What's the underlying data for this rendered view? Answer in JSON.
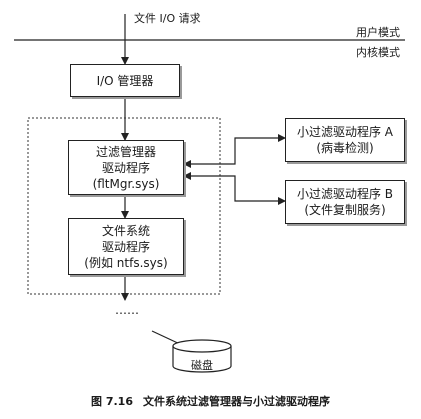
{
  "request_label": "文件 I/O 请求",
  "mode_user": "用户模式",
  "mode_kernel": "内核模式",
  "io_manager": "I/O 管理器",
  "filter_manager": {
    "line1": "过滤管理器",
    "line2": "驱动程序",
    "line3": "(fltMgr.sys)"
  },
  "fs_driver": {
    "line1": "文件系统",
    "line2": "驱动程序",
    "line3": "(例如 ntfs.sys)"
  },
  "minifilter_a": {
    "line1": "小过滤驱动程序 A",
    "line2": "(病毒检测)"
  },
  "minifilter_b": {
    "line1": "小过滤驱动程序 B",
    "line2": "(文件复制服务)"
  },
  "ellipsis": "……",
  "disk": "磁盘",
  "caption": {
    "fig": "图 7.16",
    "text": "文件系统过滤管理器与小过滤驱动程序"
  }
}
